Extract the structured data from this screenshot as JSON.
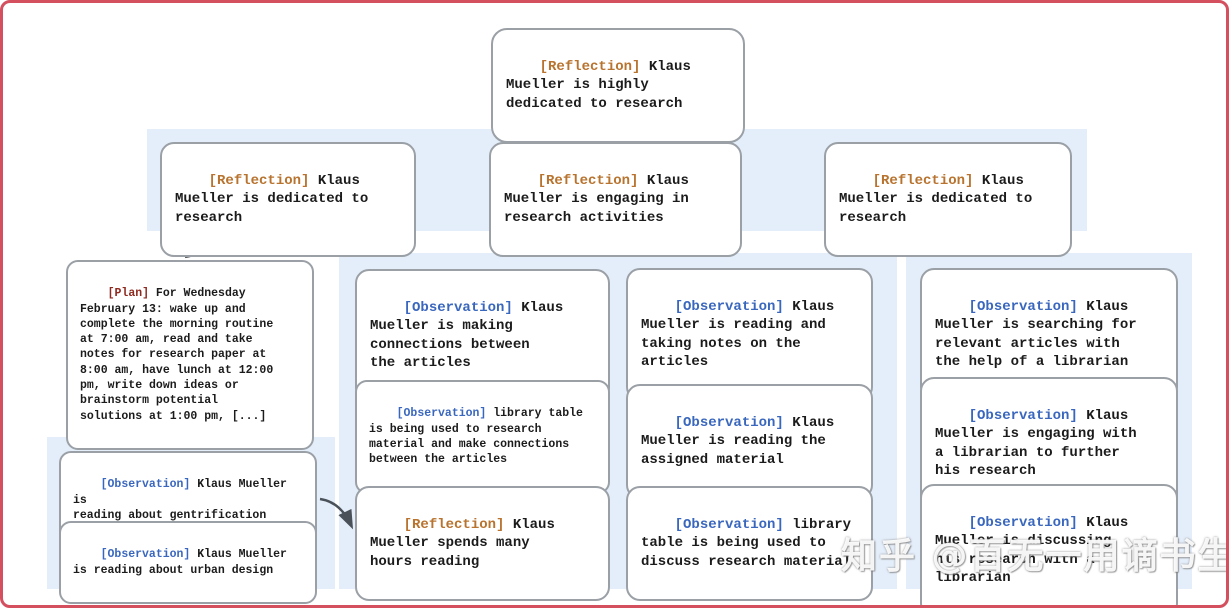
{
  "colors": {
    "frame-border": "#d4505f",
    "band-bg": "#e4eefa",
    "node-border": "#9aa0a6",
    "node-text": "#1b1b1b",
    "arrow": "#4b5158",
    "reflection-tag": "#b8732e",
    "observation-tag": "#3a67be",
    "plan-tag": "#8f2a20"
  },
  "nodes": {
    "root": {
      "tag": "[Reflection]",
      "rest": " Klaus\nMueller is highly\ndedicated to research"
    },
    "l2_left": {
      "tag": "[Reflection]",
      "rest": " Klaus\nMueller is dedicated to\nresearch"
    },
    "l2_mid": {
      "tag": "[Reflection]",
      "rest": " Klaus\nMueller is engaging in\nresearch activities"
    },
    "l2_right": {
      "tag": "[Reflection]",
      "rest": " Klaus\nMueller is dedicated to\nresearch"
    },
    "plan": {
      "tag": "[Plan]",
      "rest": " For Wednesday\nFebruary 13: wake up and\ncomplete the morning routine\nat 7:00 am, read and take\nnotes for research paper at\n8:00 am, have lunch at 12:00\npm, write down ideas or\nbrainstorm potential\nsolutions at 1:00 pm, [...]"
    },
    "obs_gentrification": {
      "tag": "[Observation]",
      "rest": " Klaus Mueller is\nreading about gentrification"
    },
    "obs_urban_design": {
      "tag": "[Observation]",
      "rest": " Klaus Mueller\nis reading about urban design"
    },
    "mid_a1": {
      "tag": "[Observation]",
      "rest": " Klaus\nMueller is making\nconnections between\nthe articles"
    },
    "mid_a2": {
      "tag": "[Observation]",
      "rest": " library table\nis being used to research\nmaterial and make connections\nbetween the articles"
    },
    "mid_a3": {
      "tag": "[Reflection]",
      "rest": " Klaus\nMueller spends many\nhours reading"
    },
    "mid_b1": {
      "tag": "[Observation]",
      "rest": " Klaus\nMueller is reading and\ntaking notes on the\narticles"
    },
    "mid_b2": {
      "tag": "[Observation]",
      "rest": " Klaus\nMueller is reading the\nassigned material"
    },
    "mid_b3": {
      "tag": "[Observation]",
      "rest": " library\ntable is being used to\ndiscuss research material"
    },
    "right_1": {
      "tag": "[Observation]",
      "rest": " Klaus\nMueller is searching for\nrelevant articles with\nthe help of a librarian"
    },
    "right_2": {
      "tag": "[Observation]",
      "rest": " Klaus\nMueller is engaging with\na librarian to further\nhis research"
    },
    "right_3": {
      "tag": "[Observation]",
      "rest": " Klaus\nMueller is discussing\nhis research with a\nlibrarian"
    }
  },
  "watermark": {
    "text": "知乎 @百无一用谪书生"
  }
}
